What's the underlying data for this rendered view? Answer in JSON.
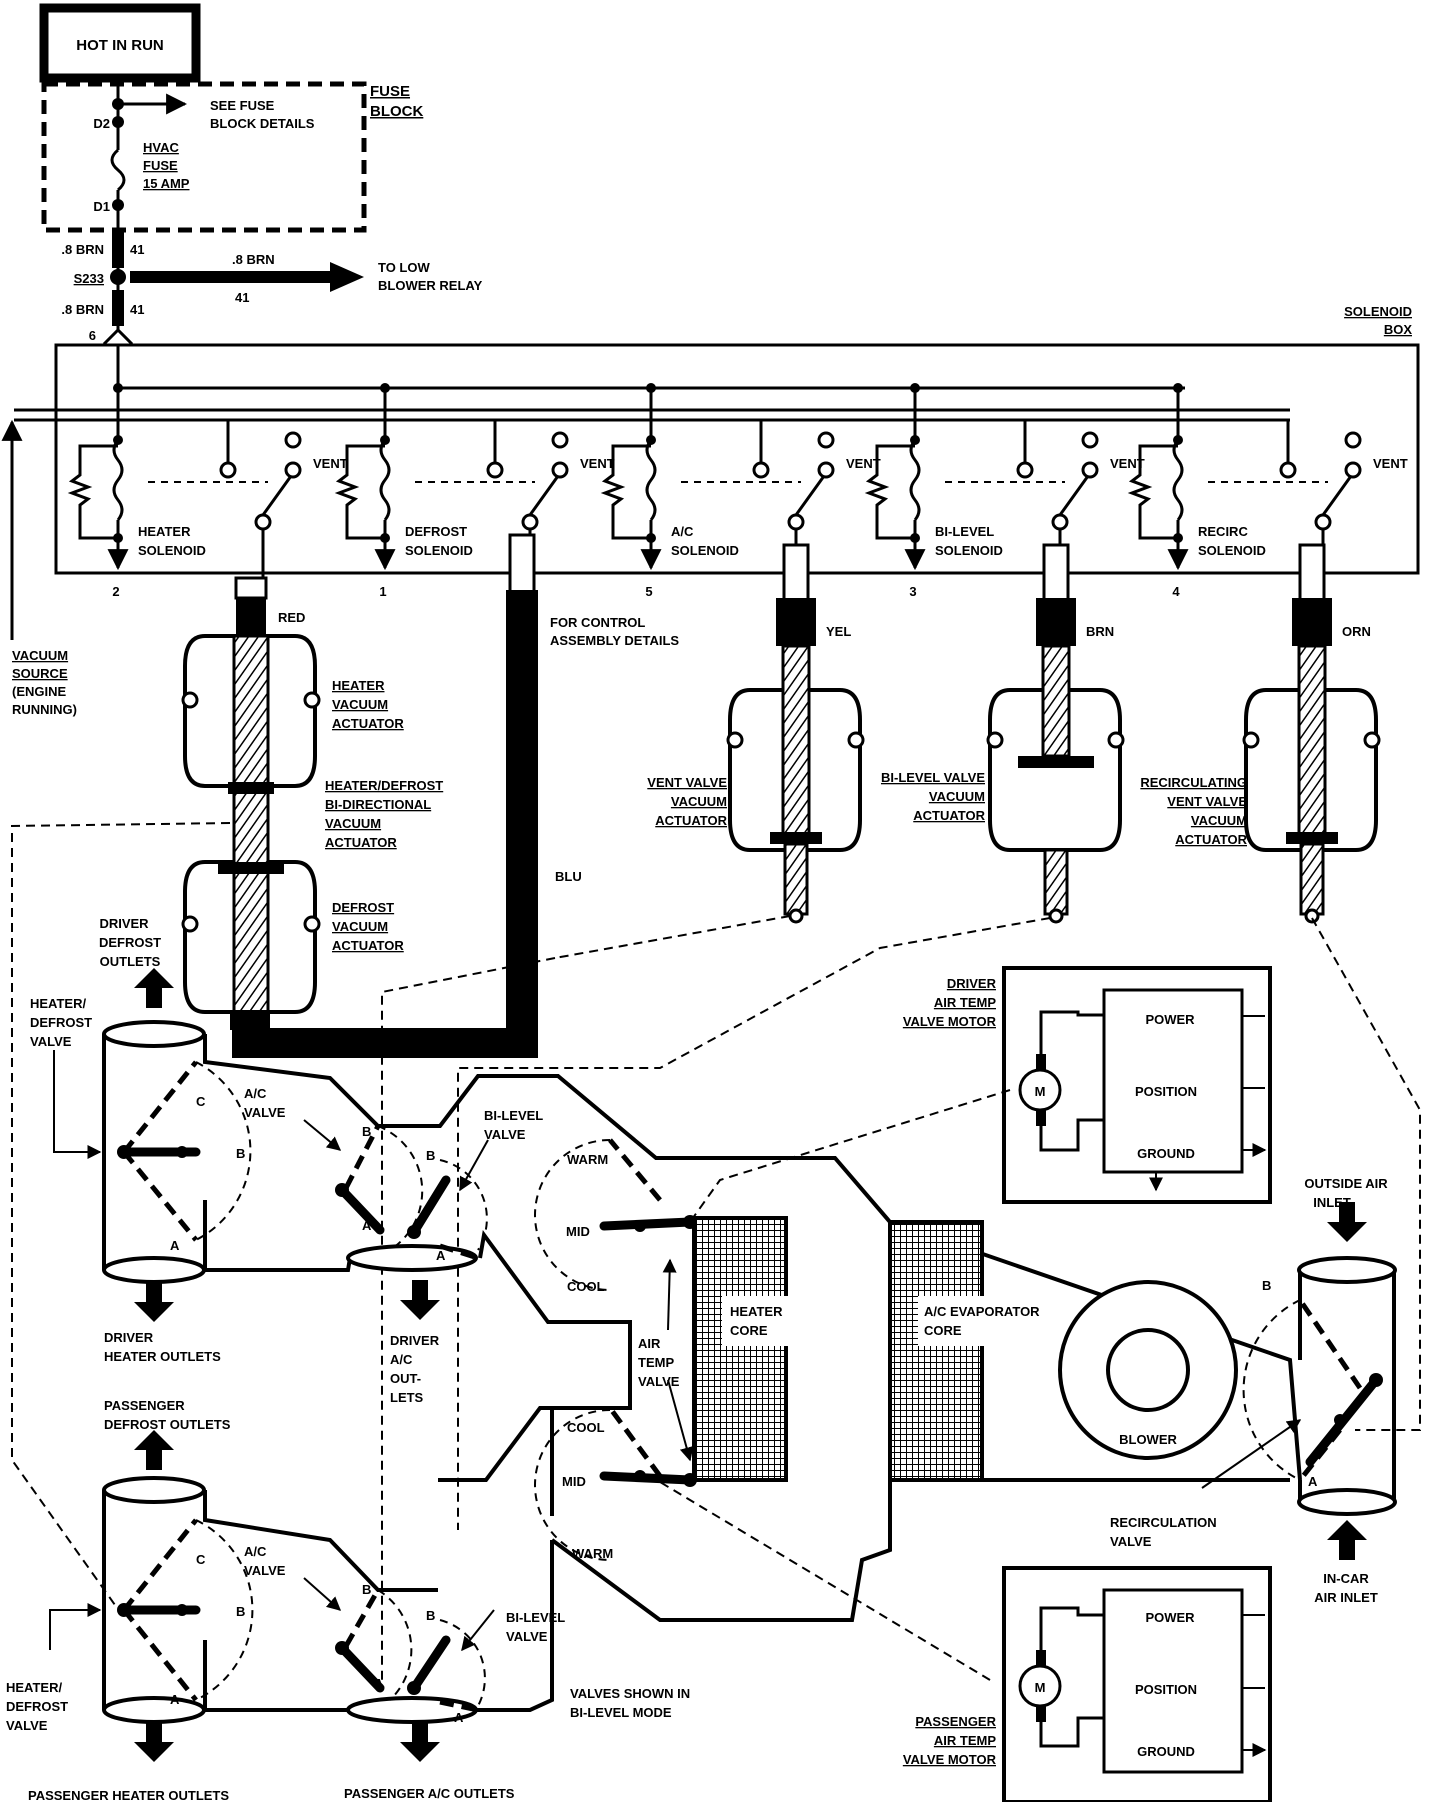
{
  "power": {
    "hot_in_run": "HOT IN RUN",
    "see_fuse_1": "SEE FUSE",
    "see_fuse_2": "BLOCK DETAILS",
    "fuse_block_1": "FUSE",
    "fuse_block_2": "BLOCK",
    "d2": "D2",
    "d1": "D1",
    "hvac_1": "HVAC",
    "hvac_2": "FUSE",
    "hvac_3": "15 AMP",
    "wire_top": ".8 BRN",
    "wire_top_num": "41",
    "splice": "S233",
    "wire_right": ".8 BRN",
    "wire_right_num": "41",
    "to_low_1": "TO LOW",
    "to_low_2": "BLOWER RELAY",
    "wire_bot": ".8 BRN",
    "wire_bot_num": "41",
    "pin6": "6"
  },
  "solenoid_box": {
    "title_1": "SOLENOID",
    "title_2": "BOX",
    "vent": "VENT",
    "solenoids": [
      {
        "name_1": "HEATER",
        "name_2": "SOLENOID",
        "pin": "2"
      },
      {
        "name_1": "DEFROST",
        "name_2": "SOLENOID",
        "pin": "1"
      },
      {
        "name_1": "A/C",
        "name_2": "SOLENOID",
        "pin": "5"
      },
      {
        "name_1": "BI-LEVEL",
        "name_2": "SOLENOID",
        "pin": "3"
      },
      {
        "name_1": "RECIRC",
        "name_2": "SOLENOID",
        "pin": "4"
      }
    ]
  },
  "vacuum_source": [
    "VACUUM",
    "SOURCE",
    "(ENGINE",
    "RUNNING)"
  ],
  "hoses": {
    "red": "RED",
    "yel": "YEL",
    "brn": "BRN",
    "orn": "ORN",
    "blu": "BLU",
    "control_1": "FOR CONTROL",
    "control_2": "ASSEMBLY DETAILS"
  },
  "actuators": {
    "heater": [
      "HEATER",
      "VACUUM",
      "ACTUATOR"
    ],
    "bidir": [
      "HEATER/DEFROST",
      "BI-DIRECTIONAL",
      "VACUUM",
      "ACTUATOR"
    ],
    "defrost": [
      "DEFROST",
      "VACUUM",
      "ACTUATOR"
    ],
    "vent": [
      "VENT VALVE",
      "VACUUM",
      "ACTUATOR"
    ],
    "bilevel": [
      "BI-LEVEL VALVE",
      "VACUUM",
      "ACTUATOR"
    ],
    "recirc": [
      "RECIRCULATING",
      "VENT VALVE",
      "VACUUM",
      "ACTUATOR"
    ]
  },
  "ducts": {
    "driver_defrost": [
      "DRIVER",
      "DEFROST",
      "OUTLETS"
    ],
    "heater_defrost_valve": [
      "HEATER/",
      "DEFROST",
      "VALVE"
    ],
    "ac_valve": [
      "A/C",
      "VALVE"
    ],
    "bilevel_valve": [
      "BI-LEVEL",
      "VALVE"
    ],
    "driver_heater": [
      "DRIVER",
      "HEATER OUTLETS"
    ],
    "driver_ac": [
      "DRIVER",
      "A/C",
      "OUT-",
      "LETS"
    ],
    "warm": "WARM",
    "mid": "MID",
    "cool": "COOL",
    "air_temp_valve": [
      "AIR",
      "TEMP",
      "VALVE"
    ],
    "heater_core": [
      "HEATER",
      "CORE"
    ],
    "evap_core": [
      "A/C EVAPORATOR",
      "CORE"
    ],
    "blower": "BLOWER",
    "outside_air": [
      "OUTSIDE AIR",
      "INLET"
    ],
    "in_car_air": [
      "IN-CAR",
      "AIR INLET"
    ],
    "recirc_valve": [
      "RECIRCULATION",
      "VALVE"
    ],
    "passenger_defrost": [
      "PASSENGER",
      "DEFROST OUTLETS"
    ],
    "passenger_heater": "PASSENGER HEATER OUTLETS",
    "passenger_ac": "PASSENGER A/C OUTLETS",
    "valves_shown": [
      "VALVES SHOWN IN",
      "BI-LEVEL MODE"
    ],
    "letter_a": "A",
    "letter_b": "B",
    "letter_c": "C"
  },
  "motors": {
    "driver_title": [
      "DRIVER",
      "AIR TEMP",
      "VALVE MOTOR"
    ],
    "passenger_title": [
      "PASSENGER",
      "AIR TEMP",
      "VALVE MOTOR"
    ],
    "m": "M",
    "power": "POWER",
    "position": "POSITION",
    "ground": "GROUND"
  }
}
